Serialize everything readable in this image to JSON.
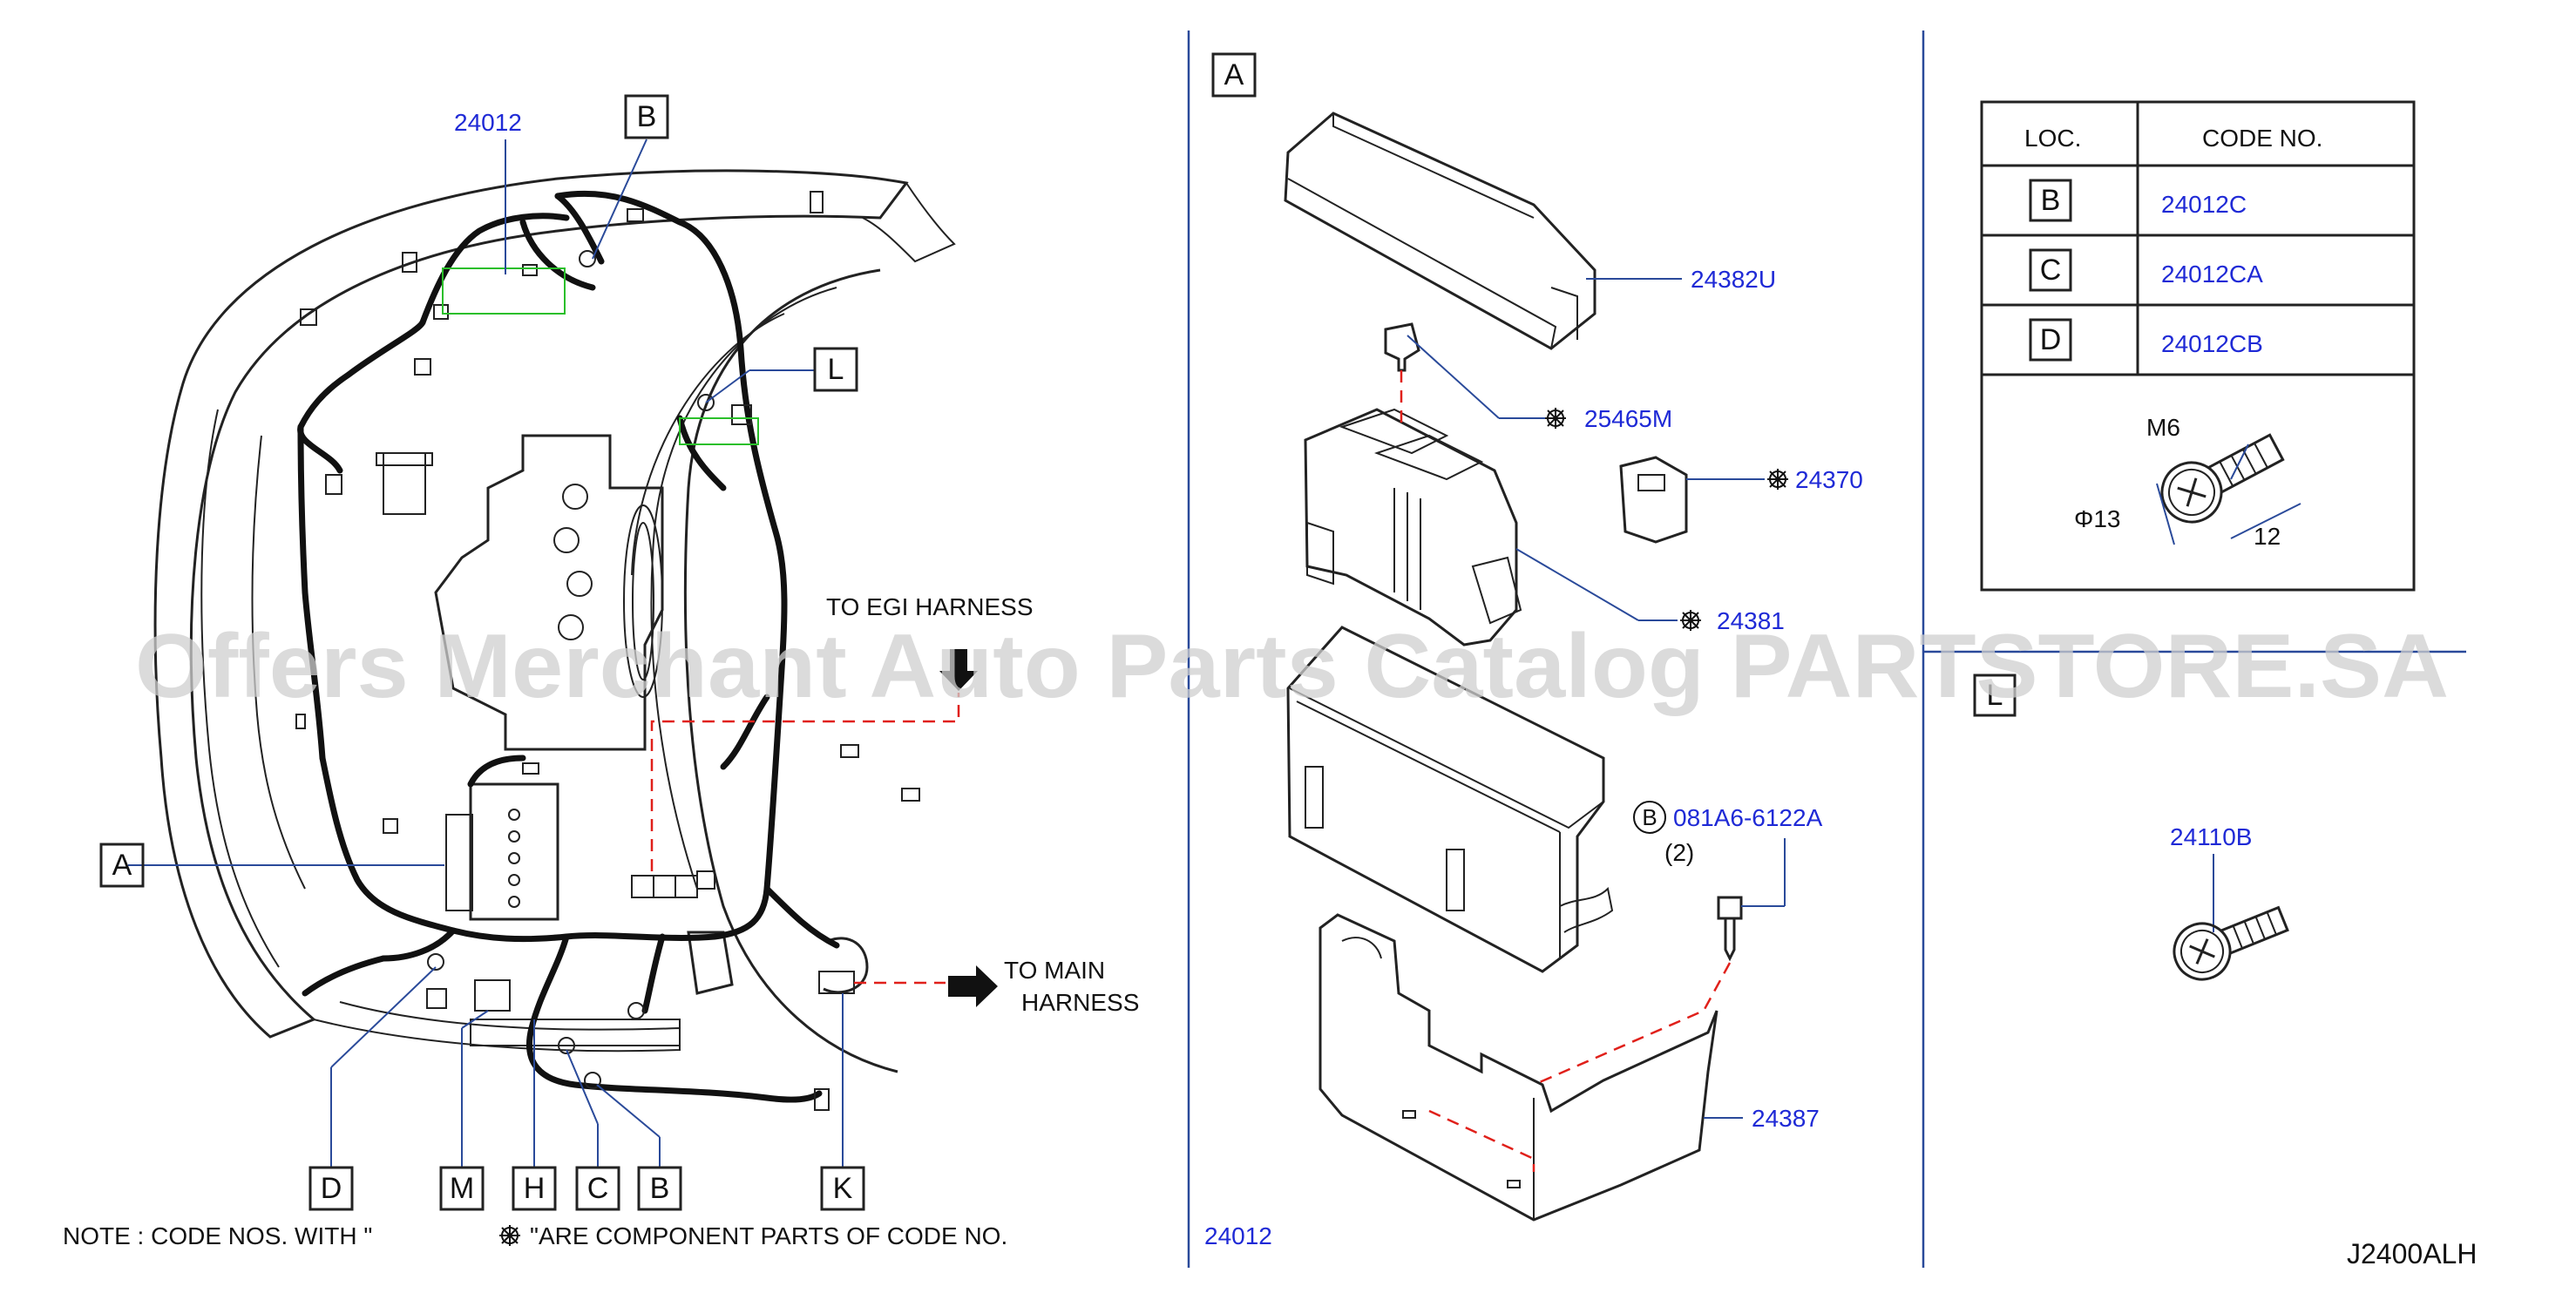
{
  "diagram_code": "J2400ALH",
  "watermark": "Offers Merchant Auto Parts Catalog PARTSTORE.SA",
  "note": {
    "prefix": "NOTE  :  CODE  NOS.  WITH  \"",
    "suffix": "\"ARE  COMPONENT  PARTS  OF  CODE  NO.",
    "code": "24012"
  },
  "left_panel": {
    "main_code": "24012",
    "callouts": [
      "A",
      "B",
      "L",
      "D",
      "M",
      "H",
      "C",
      "B",
      "K"
    ],
    "to_egi": "TO  EGI  HARNESS",
    "to_main_1": "TO  MAIN",
    "to_main_2": "HARNESS"
  },
  "middle_panel": {
    "section": "A",
    "parts": {
      "cover": "24382U",
      "fuse": "25465M",
      "relay": "24370",
      "block": "24381",
      "bolt": "081A6-6122A",
      "bolt_qty": "(2)",
      "bolt_mark": "B",
      "bracket": "24387"
    }
  },
  "right_panel": {
    "table": {
      "headers": [
        "LOC.",
        "CODE    NO."
      ],
      "rows": [
        {
          "loc": "B",
          "code": "24012C"
        },
        {
          "loc": "C",
          "code": "24012CA"
        },
        {
          "loc": "D",
          "code": "24012CB"
        }
      ]
    },
    "bolt_spec": {
      "thread": "M6",
      "diameter": "Φ13",
      "length": "12"
    },
    "section_l": "L",
    "bolt_code": "24110B"
  },
  "colors": {
    "code_blue": "#1f2ad6",
    "leader_blue": "#2a4a9a",
    "dash_red": "#e0201a",
    "highlight_green": "#2bbf2b"
  }
}
